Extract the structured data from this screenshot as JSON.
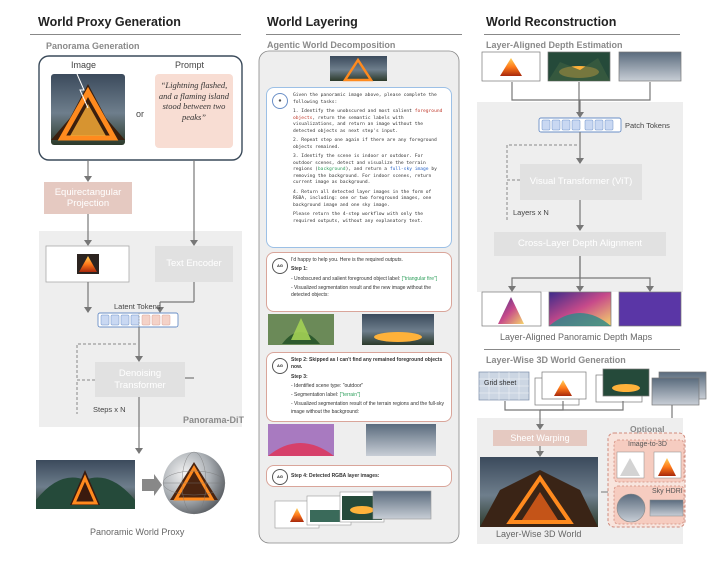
{
  "columns": {
    "proxy": {
      "title": "World Proxy Generation",
      "section": "Panorama Generation",
      "image_label": "Image",
      "prompt_label": "Prompt",
      "or_label": "or",
      "prompt_text": "“Lightning flashed, and a flaming island stood between two peaks”",
      "equirect_label": "Equirectangular Projection",
      "text_encoder_label": "Text Encoder",
      "latent_tokens_label": "Latent Tokens",
      "denoising_label": "Denoising Transformer",
      "steps_label": "Steps x N",
      "dit_label": "Panorama-DiT",
      "output_label": "Panoramic World Proxy"
    },
    "layering": {
      "title": "World Layering",
      "section": "Agentic World Decomposition",
      "user_msg": {
        "intro": "Given the panoramic image above, please complete the following tasks:",
        "task1_a": "1. Identify the unobscured and most salient ",
        "task1_hl": "foreground objects",
        "task1_b": ", return the semantic labels with visualizations, and return an image without the detected objects as next step's input.",
        "task2": "2. Repeat step one again if there are any foreground objects remained.",
        "task3_a": "3. Identify the scene is indoor or outdoor. For outdoor scenes, detect and visualize the terrain regions (",
        "task3_hl1": "background",
        "task3_b": "), and return a ",
        "task3_hl2": "full-sky image",
        "task3_c": " by removing the background. For indoor scenes, return current image as background.",
        "task4": "4. Return all detected layer images in the form of RGBA, including: one or two foreground images, one background image and one sky image.",
        "outro": "Please return the 4-step workflow with only the required outputs, without any explanatory text."
      },
      "agent_avatar": "AG",
      "reply1": {
        "intro": "I'd happy to help you. Here is the required outputs.",
        "step": "Step 1:",
        "l1": "- Unobscured and salient foreground object label:",
        "l1_hl": "[\"triangular fire\"]",
        "l2": "- Visualized segmentation result and the new image without the detected objects:"
      },
      "reply2": {
        "step2": "Step 2: Skipped as I can't find any remained foreground objects now.",
        "step3": "Step 3:",
        "l1": "- Identified scene type: \"outdoor\"",
        "l2_a": "- Segmentation label: ",
        "l2_hl": "[\"terrain\"]",
        "l3": "- Visualized segmentation result of the terrain regions and the full-sky image without the background:"
      },
      "reply3": {
        "step4": "Step 4: Detected RGBA layer images:"
      }
    },
    "recon": {
      "title": "World Reconstruction",
      "section1": "Layer-Aligned Depth Estimation",
      "patch_tokens_label": "Patch Tokens",
      "vit_label": "Visual Transformer (ViT)",
      "layers_label": "Layers x N",
      "cross_label": "Cross-Layer Depth Alignment",
      "depth_maps_label": "Layer-Aligned Panoramic Depth Maps",
      "section2": "Layer-Wise 3D World Generation",
      "grid_sheet_label": "Grid sheet",
      "sheet_warping_label": "Sheet Warping",
      "optional_label": "Optional",
      "image_to_3d_label": "Image-to-3D",
      "sky_hdri_label": "Sky HDRI",
      "output_label": "Layer-Wise 3D World"
    }
  },
  "colors": {
    "panel_gray": "#eeeeee",
    "box_gray": "#e1e1e1",
    "pink": "#e5c9c1",
    "token_blue": "#c9d8f2",
    "token_pink": "#f4d2c8"
  }
}
